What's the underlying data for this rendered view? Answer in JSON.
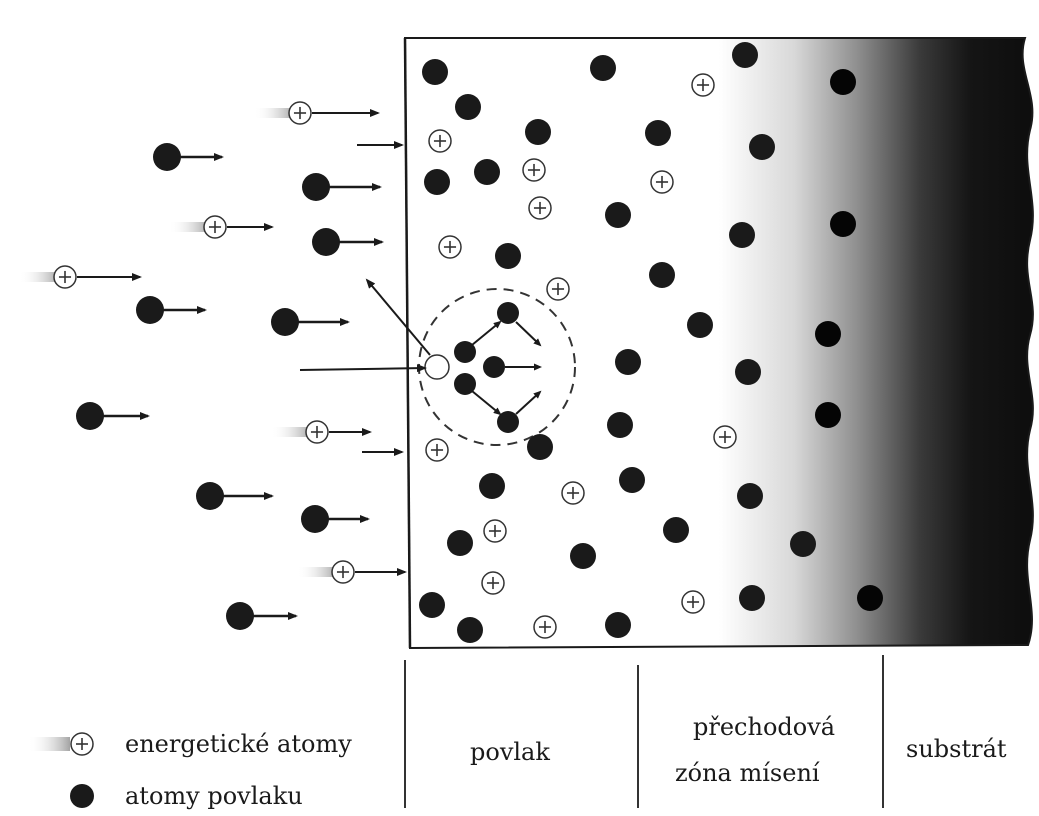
{
  "colors": {
    "ink": "#1a1a1a",
    "substrate_dark": "#0d0d0d",
    "coating_white": "#ffffff",
    "gradient_mid": "#8a8a8a"
  },
  "legend": {
    "energetic_atoms_label": "energetické atomy",
    "coating_atoms_label": "atomy povlaku",
    "energetic_icon": "plus-in-circle-icon",
    "coating_icon": "filled-circle-icon"
  },
  "zones": {
    "coating": "povlak",
    "transition_line1": "přechodová",
    "transition_line2": "zóna mísení",
    "substrate": "substrát"
  }
}
